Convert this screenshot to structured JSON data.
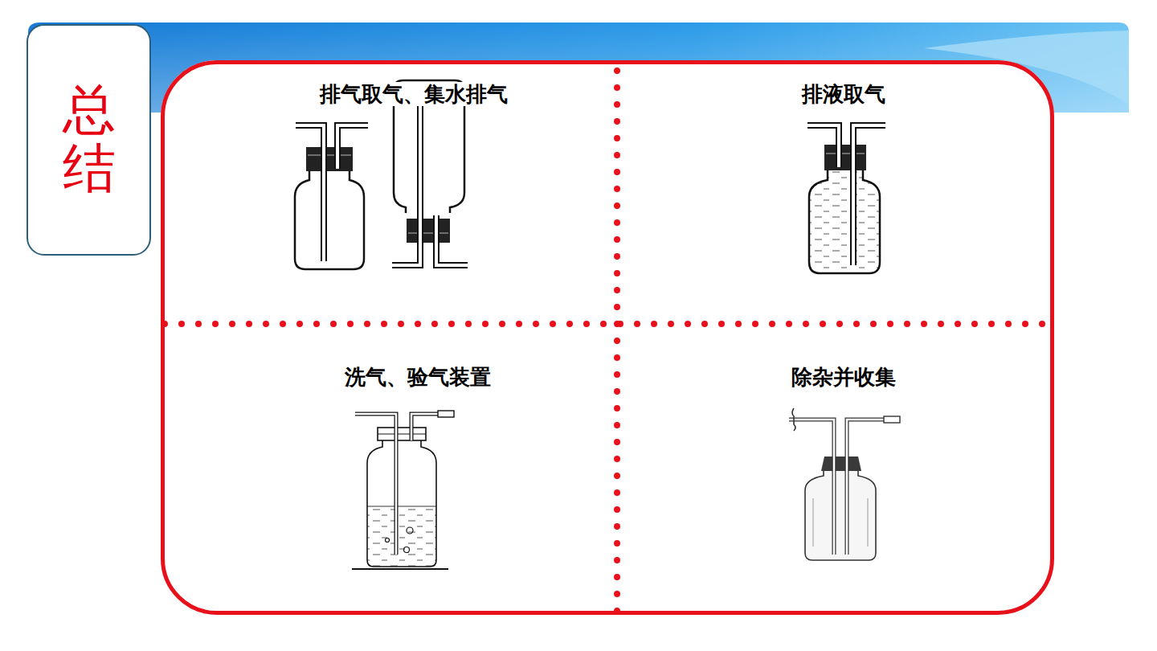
{
  "diagram": {
    "nodes": [
      {
        "text": [
          "总结"
        ]
      },
      {
        "text": [
          "排气取气、集水排气",
          "排液取气",
          "洗气、验气装置",
          "除杂并收集"
        ]
      }
    ]
  }
}
